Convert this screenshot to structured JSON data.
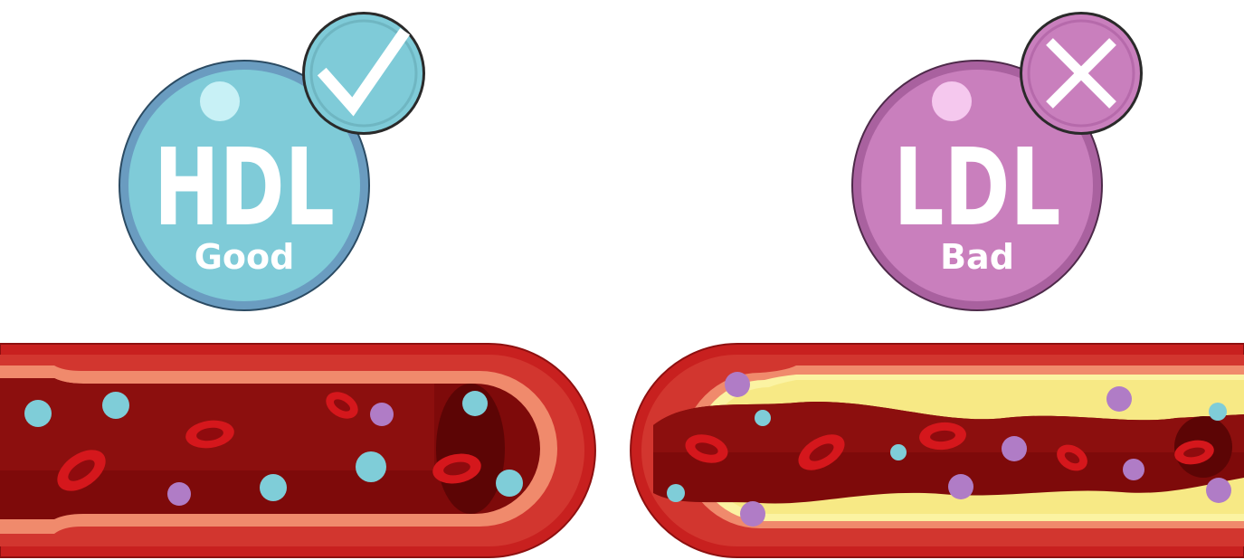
{
  "left_panel": {
    "badge_title": "HDL",
    "badge_caption": "Good",
    "status_icon": "check-icon"
  },
  "right_panel": {
    "badge_title": "LDL",
    "badge_caption": "Bad",
    "status_icon": "cross-icon"
  },
  "colors": {
    "hdl_fill": "#7fcbd8",
    "hdl_ring": "#6a9cc0",
    "ldl_fill": "#c97fbd",
    "ldl_ring": "#a9619f",
    "vessel_outer": "#c8201f",
    "vessel_inner": "#7e0a0a",
    "plaque": "#fbf3a2",
    "hdl_particle": "#7fcdd8",
    "ldl_particle": "#b07cc6",
    "red_cell": "#d5171c"
  }
}
